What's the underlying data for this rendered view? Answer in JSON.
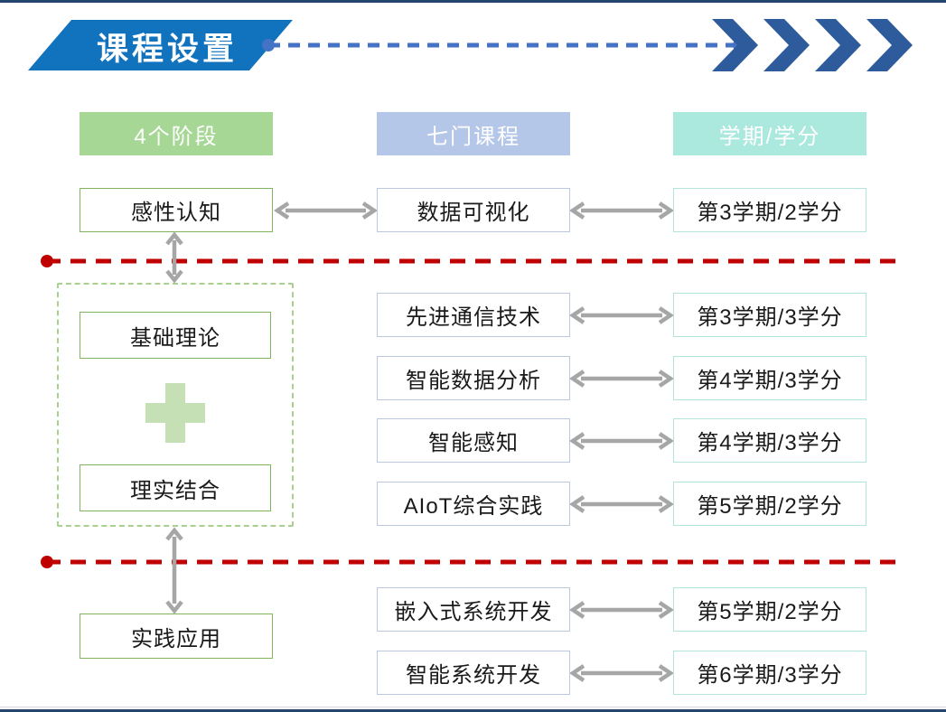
{
  "slide": {
    "title": "课程设置",
    "headers": {
      "stages": "4个阶段",
      "courses": "七门课程",
      "credits": "学期/学分"
    },
    "stages": {
      "stage1": "感性认知",
      "stage2_theory": "基础理论",
      "stage2_practice": "理实结合",
      "stage3": "实践应用"
    },
    "rows": [
      {
        "course": "数据可视化",
        "credit": "第3学期/2学分"
      },
      {
        "course": "先进通信技术",
        "credit": "第3学期/3学分"
      },
      {
        "course": "智能数据分析",
        "credit": "第4学期/3学分"
      },
      {
        "course": "智能感知",
        "credit": "第4学期/3学分"
      },
      {
        "course": "AIoT综合实践",
        "credit": "第5学期/2学分"
      },
      {
        "course": "嵌入式系统开发",
        "credit": "第5学期/2学分"
      },
      {
        "course": "智能系统开发",
        "credit": "第6学期/3学分"
      }
    ],
    "colors": {
      "banner_blue": "#1173bd",
      "chevron_blue": "#2e5b9b",
      "connector_dash_blue": "#4472c4",
      "header_green": "#a6d795",
      "header_blue": "#b5c7e8",
      "header_teal": "#abe8de",
      "stage_border_green": "#7eb55e",
      "course_border_gray_blue": "#bcc8de",
      "credit_border_teal": "#b2e4dc",
      "plus_green": "#c5e0b4",
      "divider_red": "#c00000",
      "arrow_gray": "#a6a6a6"
    }
  }
}
